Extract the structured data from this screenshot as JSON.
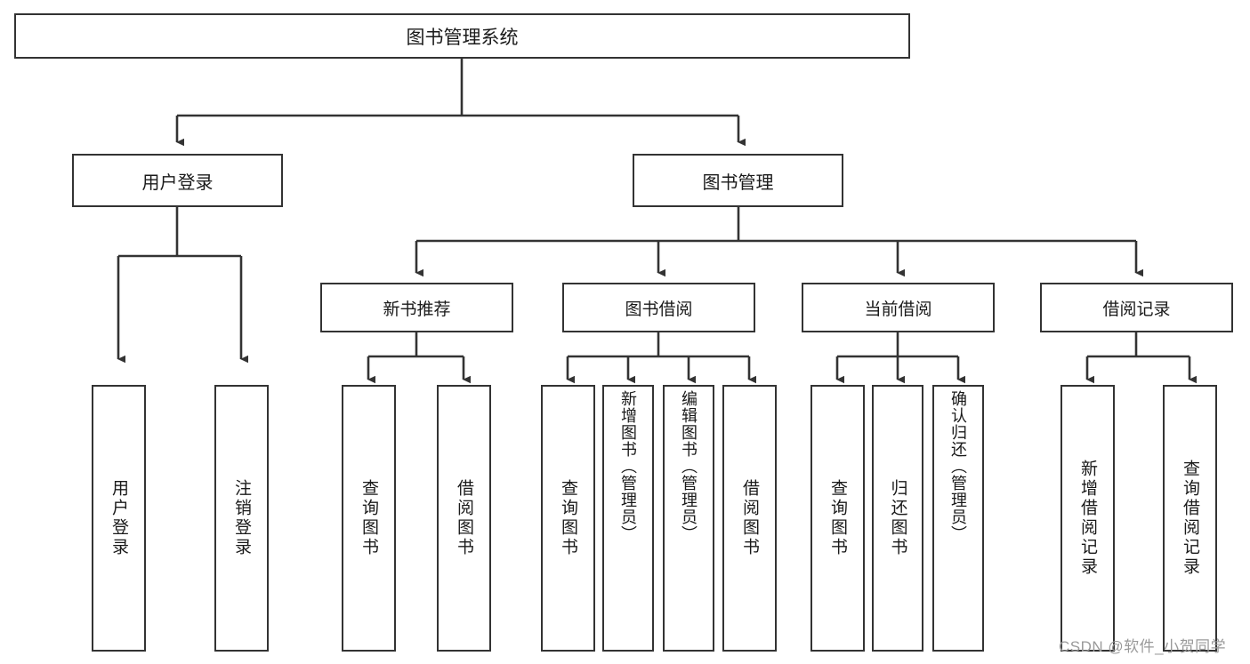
{
  "diagram": {
    "title": "图书管理系统",
    "type": "hierarchy-tree",
    "nodes": {
      "root": {
        "label": "图书管理系统",
        "level": 1
      },
      "level2": [
        {
          "id": "user-login",
          "label": "用户登录"
        },
        {
          "id": "book-management",
          "label": "图书管理"
        }
      ],
      "level3": [
        {
          "id": "new-book-recommend",
          "label": "新书推荐",
          "parent": "book-management"
        },
        {
          "id": "book-borrow",
          "label": "图书借阅",
          "parent": "book-management"
        },
        {
          "id": "current-borrow",
          "label": "当前借阅",
          "parent": "book-management"
        },
        {
          "id": "borrow-record",
          "label": "借阅记录",
          "parent": "book-management"
        }
      ],
      "leaves": [
        {
          "id": "leaf-user-login",
          "label": "用户登录",
          "parent": "user-login"
        },
        {
          "id": "leaf-logout-login",
          "label": "注销登录",
          "parent": "user-login"
        },
        {
          "id": "leaf-query-book-1",
          "label": "查询图书",
          "parent": "new-book-recommend"
        },
        {
          "id": "leaf-borrow-book-1",
          "label": "借阅图书",
          "parent": "new-book-recommend"
        },
        {
          "id": "leaf-query-book-2",
          "label": "查询图书",
          "parent": "book-borrow"
        },
        {
          "id": "leaf-add-book-admin",
          "label": "新增图书（管理员）",
          "parent": "book-borrow"
        },
        {
          "id": "leaf-edit-book-admin",
          "label": "编辑图书（管理员）",
          "parent": "book-borrow"
        },
        {
          "id": "leaf-borrow-book-2",
          "label": "借阅图书",
          "parent": "book-borrow"
        },
        {
          "id": "leaf-query-book-3",
          "label": "查询图书",
          "parent": "current-borrow"
        },
        {
          "id": "leaf-return-book",
          "label": "归还图书",
          "parent": "current-borrow"
        },
        {
          "id": "leaf-confirm-return-admin",
          "label": "确认归还（管理员）",
          "parent": "current-borrow"
        },
        {
          "id": "leaf-add-borrow-record",
          "label": "新增借阅记录",
          "parent": "borrow-record"
        },
        {
          "id": "leaf-query-borrow-record",
          "label": "查询借阅记录",
          "parent": "borrow-record"
        }
      ]
    },
    "colors": {
      "border": "#333333",
      "background": "#ffffff",
      "text": "#1a1a1a",
      "watermark": "#9a9a9a"
    }
  },
  "watermark": {
    "text": "CSDN @软件_小贺同学"
  }
}
